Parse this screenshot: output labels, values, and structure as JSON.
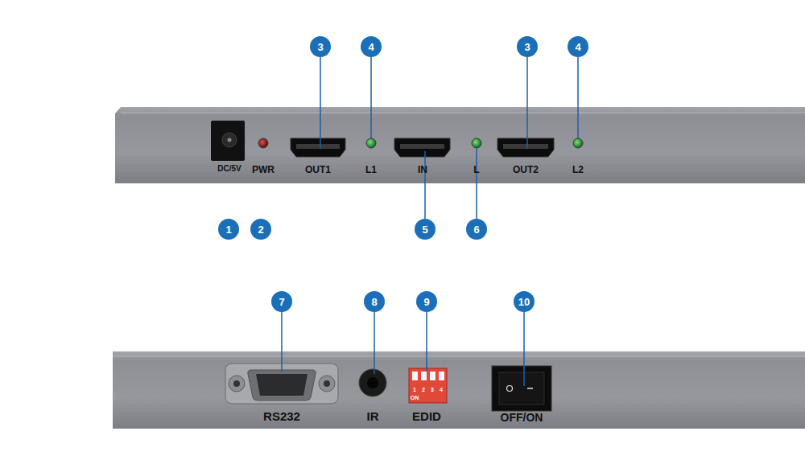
{
  "diagram": {
    "nodes": [
      {
        "text": [
          "3"
        ]
      },
      {
        "text": [
          "4"
        ]
      },
      {
        "text": [
          "3"
        ]
      },
      {
        "text": [
          "4"
        ]
      },
      {
        "text": [
          "1"
        ]
      },
      {
        "text": [
          "2"
        ]
      },
      {
        "text": [
          "5"
        ]
      },
      {
        "text": [
          "6"
        ]
      },
      {
        "text": [
          "7"
        ]
      },
      {
        "text": [
          "8"
        ]
      },
      {
        "text": [
          "9"
        ]
      },
      {
        "text": [
          "10"
        ]
      }
    ],
    "labels": [
      "DC/5V",
      "PWR",
      "OUT1",
      "L1",
      "IN",
      "L",
      "OUT2",
      "L2",
      "RS232",
      "IR",
      "1",
      "2",
      "3",
      "4",
      "ON",
      "EDID",
      "OFF/ON"
    ]
  }
}
